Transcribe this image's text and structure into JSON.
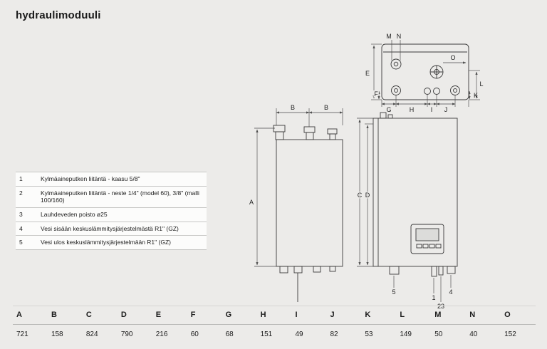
{
  "page": {
    "title": "hydraulimoduuli"
  },
  "legend": {
    "rows": [
      {
        "num": "1",
        "text": "Kylmäaineputken liitäntä - kaasu 5/8\""
      },
      {
        "num": "2",
        "text": "Kylmäaineputken liitäntä - neste 1/4\" (model 60), 3/8\" (malli 100/160)"
      },
      {
        "num": "3",
        "text": "Lauhdeveden poisto ø25"
      },
      {
        "num": "4",
        "text": "Vesi sisään keskuslämmitysjärjestelmästä R1\" (GZ)"
      },
      {
        "num": "5",
        "text": "Vesi ulos keskuslämmitysjärjestelmään R1\" (GZ)"
      }
    ]
  },
  "dim_table": {
    "columns": [
      "A",
      "B",
      "C",
      "D",
      "E",
      "F",
      "G",
      "H",
      "I",
      "J",
      "K",
      "L",
      "M",
      "N",
      "O"
    ],
    "values": [
      "721",
      "158",
      "824",
      "790",
      "216",
      "60",
      "68",
      "151",
      "49",
      "82",
      "53",
      "149",
      "50",
      "40",
      "152"
    ]
  },
  "drawing": {
    "labels": {
      "M": "M",
      "N": "N",
      "E": "E",
      "F": "F",
      "G": "G",
      "H": "H",
      "I": "I",
      "J": "J",
      "K": "K",
      "L": "L",
      "O": "O",
      "B1": "B",
      "B2": "B",
      "A": "A",
      "C": "C",
      "D": "D"
    },
    "callouts": {
      "c5": "5",
      "c1": "1",
      "c23": "23",
      "c4": "4"
    }
  },
  "colors": {
    "background": "#ecebe9",
    "line": "#3a3a3a"
  }
}
